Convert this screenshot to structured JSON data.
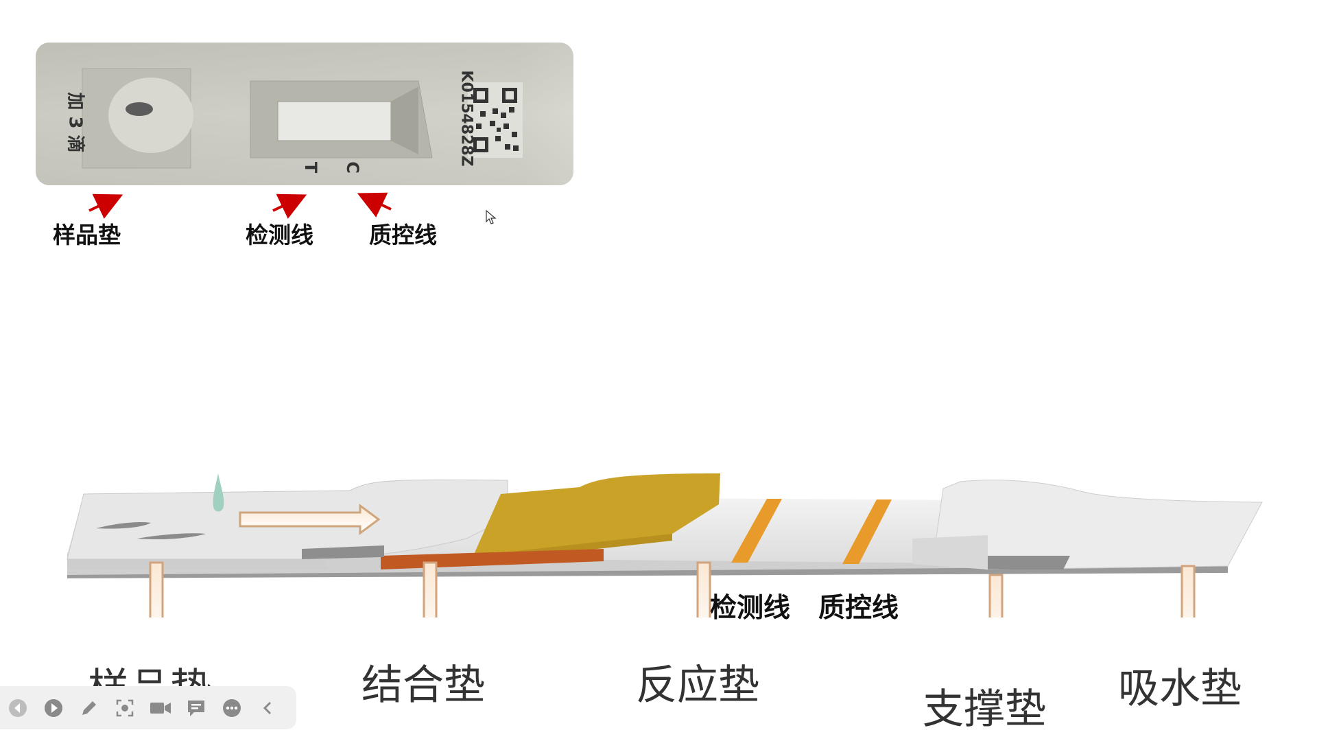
{
  "cassette": {
    "side_text": "加 3 滴",
    "lot_code": "K0154828Z",
    "line_marks": {
      "control": "C",
      "test": "T"
    }
  },
  "photo_labels": {
    "sample_pad": "样品垫",
    "test_line": "检测线",
    "control_line": "质控线"
  },
  "strip_labels": {
    "test_line": "检测线",
    "control_line": "质控线"
  },
  "part_labels": {
    "sample_pad": "样品垫",
    "conjugate_pad": "结合垫",
    "reaction_pad": "反应垫",
    "backing_pad": "支撑垫",
    "absorbent_pad": "吸水垫"
  },
  "colors": {
    "arrow_red": "#cc0000",
    "conjugate_gold": "#c9a227",
    "line_orange": "#e89a2a"
  },
  "toolbar": {
    "buttons": [
      "prev-icon",
      "play-icon",
      "pen-icon",
      "screenshot-icon",
      "camera-icon",
      "comment-icon",
      "more-icon",
      "collapse-icon"
    ]
  }
}
